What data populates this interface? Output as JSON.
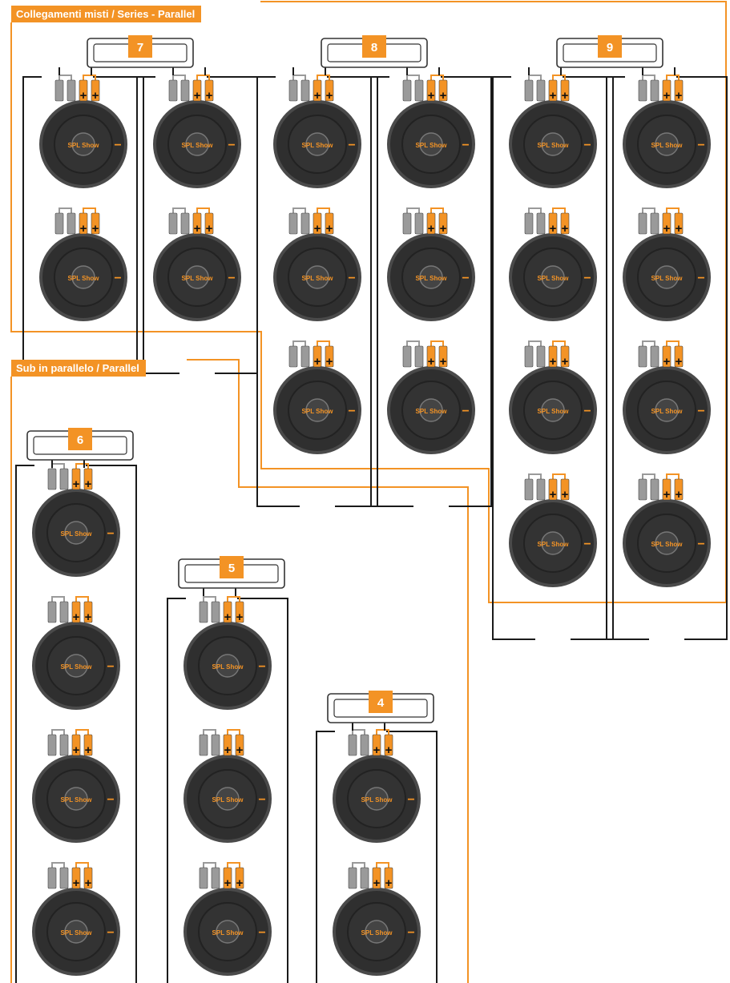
{
  "sections": {
    "series_parallel": {
      "title": "Collegamenti misti / Series - Parallel"
    },
    "parallel": {
      "title": "Sub in parallelo / Parallel"
    }
  },
  "colors": {
    "accent": "#f39325",
    "wire": "#1a1a1a",
    "speaker_outer": "#2f2f2f",
    "terminal_negative": "#9a9a9a",
    "terminal_positive": "#f39325",
    "amp_fill": "#ffffff",
    "amp_stroke": "#333333"
  },
  "logo_text": "SPL Show",
  "terminal_symbol": "+",
  "speaker_symbol": "−",
  "diagrams": [
    {
      "id": 7,
      "label": "7",
      "columns": 2,
      "rows": 2,
      "icon": "amplifier-icon"
    },
    {
      "id": 8,
      "label": "8",
      "columns": 2,
      "rows": 3,
      "icon": "amplifier-icon"
    },
    {
      "id": 9,
      "label": "9",
      "columns": 2,
      "rows": 4,
      "icon": "amplifier-icon"
    },
    {
      "id": 6,
      "label": "6",
      "columns": 1,
      "rows": 4,
      "icon": "amplifier-icon"
    },
    {
      "id": 5,
      "label": "5",
      "columns": 1,
      "rows": 3,
      "icon": "amplifier-icon"
    },
    {
      "id": 4,
      "label": "4",
      "columns": 1,
      "rows": 2,
      "icon": "amplifier-icon"
    }
  ]
}
